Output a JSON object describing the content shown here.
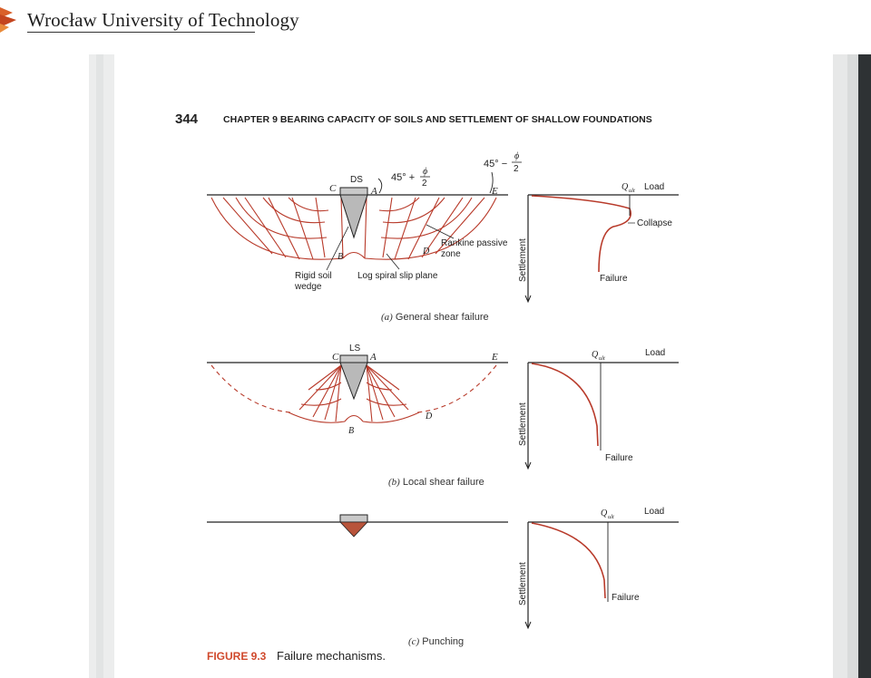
{
  "header": {
    "university": "Wrocław University of Technology"
  },
  "page": {
    "number": "344",
    "running_head": "CHAPTER 9   BEARING CAPACITY OF SOILS AND SETTLEMENT OF SHALLOW FOUNDATIONS"
  },
  "figure": {
    "label": "FIGURE 9.3",
    "title": "Failure mechanisms.",
    "panels": [
      {
        "id": "a",
        "caption_letter": "(a)",
        "caption_text": "General shear failure",
        "footing": "DS",
        "points": [
          "C",
          "A",
          "E",
          "B",
          "D"
        ],
        "angle_left": "45° +",
        "angle_right": "45° −",
        "phi": "ϕ",
        "two": "2",
        "labels": {
          "rankine": "Rankine passive",
          "zone": "zone",
          "rigid": "Rigid soil",
          "wedge": "wedge",
          "log_spiral": "Log spiral slip plane"
        },
        "graph": {
          "q": "Q",
          "q_sub": "ult",
          "load": "Load",
          "settlement": "Settlement",
          "collapse": "Collapse",
          "failure": "Failure"
        }
      },
      {
        "id": "b",
        "caption_letter": "(b)",
        "caption_text": "Local shear failure",
        "footing": "LS",
        "points": [
          "C",
          "A",
          "E",
          "B",
          "D"
        ],
        "graph": {
          "q": "Q",
          "q_sub": "ult",
          "load": "Load",
          "settlement": "Settlement",
          "failure": "Failure"
        }
      },
      {
        "id": "c",
        "caption_letter": "(c)",
        "caption_text": "Punching",
        "graph": {
          "q": "Q",
          "q_sub": "ult",
          "load": "Load",
          "settlement": "Settlement",
          "failure": "Failure"
        }
      }
    ]
  },
  "colors": {
    "curve": "#b83a2a",
    "figure_label": "#d0492c",
    "footing": "#b9b9b9"
  }
}
